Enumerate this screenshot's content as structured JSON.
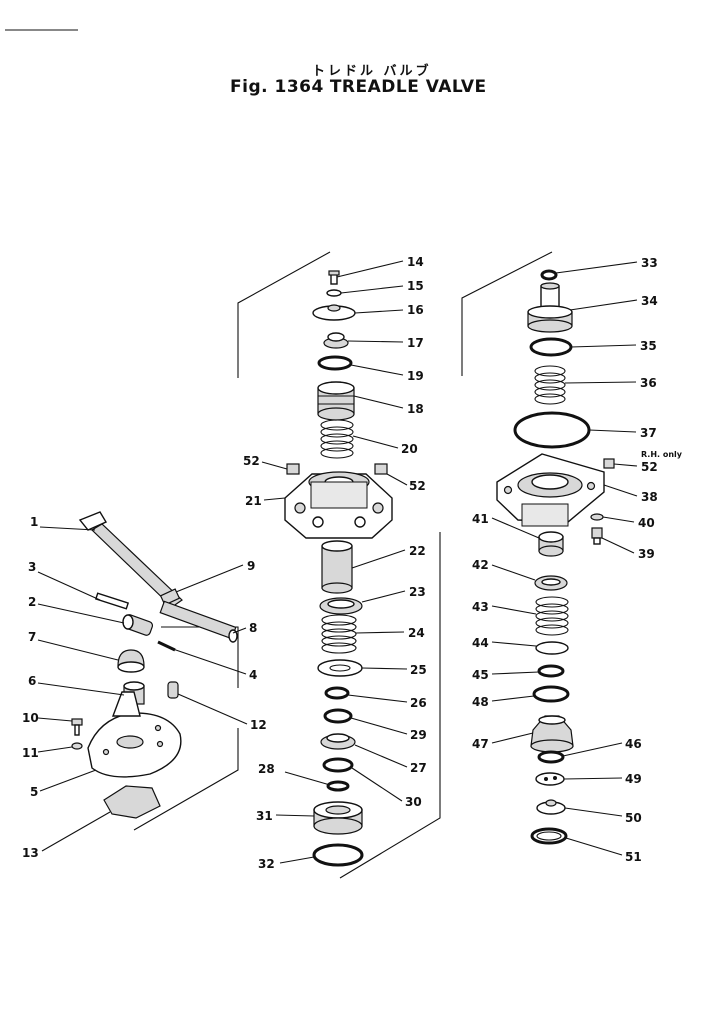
{
  "header": {
    "top_rule": true,
    "title_jp": "トレドル バルブ",
    "fig_label": "Fig. 1364",
    "title": "TREADLE VALVE"
  },
  "note": "R.H. only",
  "callouts": [
    {
      "id": "c14",
      "label": "14"
    },
    {
      "id": "c15",
      "label": "15"
    },
    {
      "id": "c16",
      "label": "16"
    },
    {
      "id": "c17",
      "label": "17"
    },
    {
      "id": "c19",
      "label": "19"
    },
    {
      "id": "c18",
      "label": "18"
    },
    {
      "id": "c20",
      "label": "20"
    },
    {
      "id": "c52a",
      "label": "52"
    },
    {
      "id": "c52b",
      "label": "52"
    },
    {
      "id": "c21",
      "label": "21"
    },
    {
      "id": "c22",
      "label": "22"
    },
    {
      "id": "c23",
      "label": "23"
    },
    {
      "id": "c24",
      "label": "24"
    },
    {
      "id": "c25",
      "label": "25"
    },
    {
      "id": "c26",
      "label": "26"
    },
    {
      "id": "c29",
      "label": "29"
    },
    {
      "id": "c27",
      "label": "27"
    },
    {
      "id": "c28",
      "label": "28"
    },
    {
      "id": "c30",
      "label": "30"
    },
    {
      "id": "c31",
      "label": "31"
    },
    {
      "id": "c32",
      "label": "32"
    },
    {
      "id": "c33",
      "label": "33"
    },
    {
      "id": "c34",
      "label": "34"
    },
    {
      "id": "c35",
      "label": "35"
    },
    {
      "id": "c36",
      "label": "36"
    },
    {
      "id": "c37",
      "label": "37"
    },
    {
      "id": "c52c",
      "label": "52"
    },
    {
      "id": "c38",
      "label": "38"
    },
    {
      "id": "c40",
      "label": "40"
    },
    {
      "id": "c39",
      "label": "39"
    },
    {
      "id": "c41",
      "label": "41"
    },
    {
      "id": "c42",
      "label": "42"
    },
    {
      "id": "c43",
      "label": "43"
    },
    {
      "id": "c44",
      "label": "44"
    },
    {
      "id": "c45",
      "label": "45"
    },
    {
      "id": "c48",
      "label": "48"
    },
    {
      "id": "c47",
      "label": "47"
    },
    {
      "id": "c46",
      "label": "46"
    },
    {
      "id": "c49",
      "label": "49"
    },
    {
      "id": "c50",
      "label": "50"
    },
    {
      "id": "c51",
      "label": "51"
    },
    {
      "id": "c1",
      "label": "1"
    },
    {
      "id": "c3",
      "label": "3"
    },
    {
      "id": "c2",
      "label": "2"
    },
    {
      "id": "c9",
      "label": "9"
    },
    {
      "id": "c8",
      "label": "8"
    },
    {
      "id": "c7",
      "label": "7"
    },
    {
      "id": "c4",
      "label": "4"
    },
    {
      "id": "c6",
      "label": "6"
    },
    {
      "id": "c12",
      "label": "12"
    },
    {
      "id": "c10",
      "label": "10"
    },
    {
      "id": "c11",
      "label": "11"
    },
    {
      "id": "c5",
      "label": "5"
    },
    {
      "id": "c13",
      "label": "13"
    }
  ]
}
